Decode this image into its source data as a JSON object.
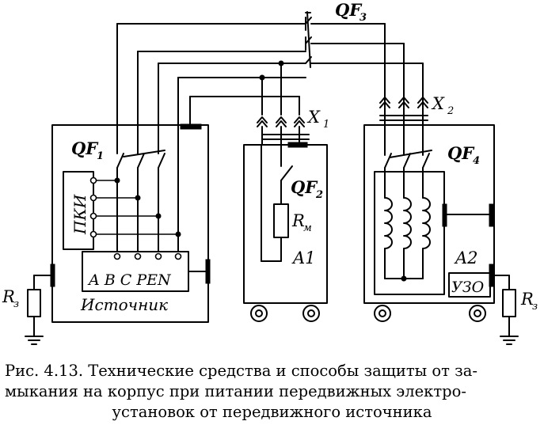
{
  "labels": {
    "qf3": "QF",
    "qf3_sub": "3",
    "qf1": "QF",
    "qf1_sub": "1",
    "qf2": "QF",
    "qf2_sub": "2",
    "qf4": "QF",
    "qf4_sub": "4",
    "x1": "X",
    "x1_sub": "1",
    "x2": "X",
    "x2_sub": "2",
    "pki": "ПКИ",
    "terminals": "A B C PEN",
    "source": "Источник",
    "rm": "R",
    "rm_sub": "м",
    "a1": "A1",
    "a2": "A2",
    "uzo": "УЗО",
    "rz_left": "R",
    "rz_left_sub": "з",
    "rz_right": "R",
    "rz_right_sub": "з"
  },
  "caption": {
    "line1": "Рис. 4.13. Технические средства и способы защиты от за-",
    "line2": "мыкания на корпус при питании передвижных электро-",
    "line3": "установок от передвижного источника"
  }
}
